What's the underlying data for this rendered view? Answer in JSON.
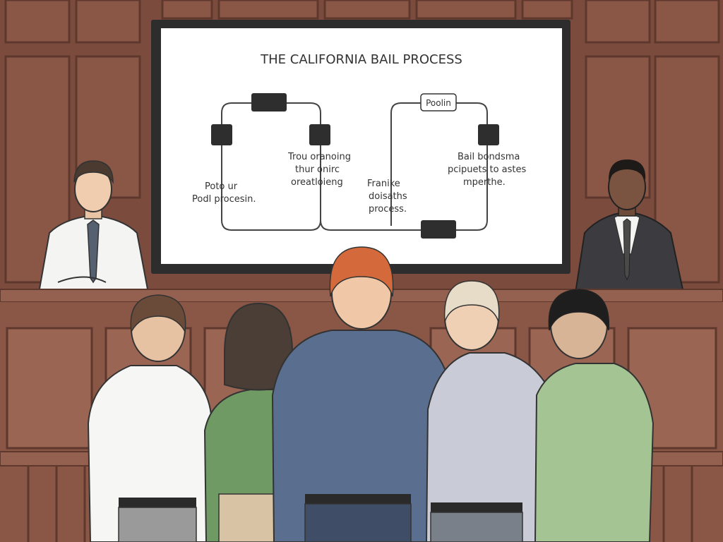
{
  "screen": {
    "title": "THE CALIFORNIA BAIL PROCESS",
    "box_label": "Poolin",
    "labels": {
      "left_1": "Poto ur",
      "left_2": "Podl procesin.",
      "mid_1": "Trou oranoing",
      "mid_2": "thur onirc",
      "mid_3": "oreatloieng",
      "center_1": "Franike",
      "center_2": "doisaths",
      "center_3": "process.",
      "right_1": "Bail bondsma",
      "right_2": "pcipuets to astes",
      "right_3": "mperthe."
    }
  },
  "colors": {
    "wall": "#7b4b3d",
    "panel": "#8a5646",
    "panel_dark": "#5e382d",
    "screen_bg": "#ffffff",
    "bezel": "#2d2d2d",
    "ink": "#333333"
  }
}
